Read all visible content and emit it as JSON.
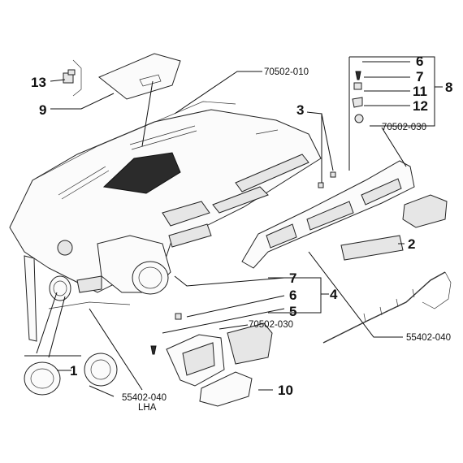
{
  "callouts": {
    "c13": "13",
    "c9": "9",
    "c70502_010": "70502-010",
    "c3": "3",
    "c6a": "6",
    "c7a": "7",
    "c11": "11",
    "c12": "12",
    "c8": "8",
    "c70502_030a": "70502-030",
    "c2": "2",
    "c7b": "7",
    "c6b": "6",
    "c4": "4",
    "c5": "5",
    "c70502_030b": "70502-030",
    "c55402_040a": "55402-040",
    "c1": "1",
    "c55402_040b": "55402-040",
    "cLHA": "LHA",
    "c10": "10"
  }
}
